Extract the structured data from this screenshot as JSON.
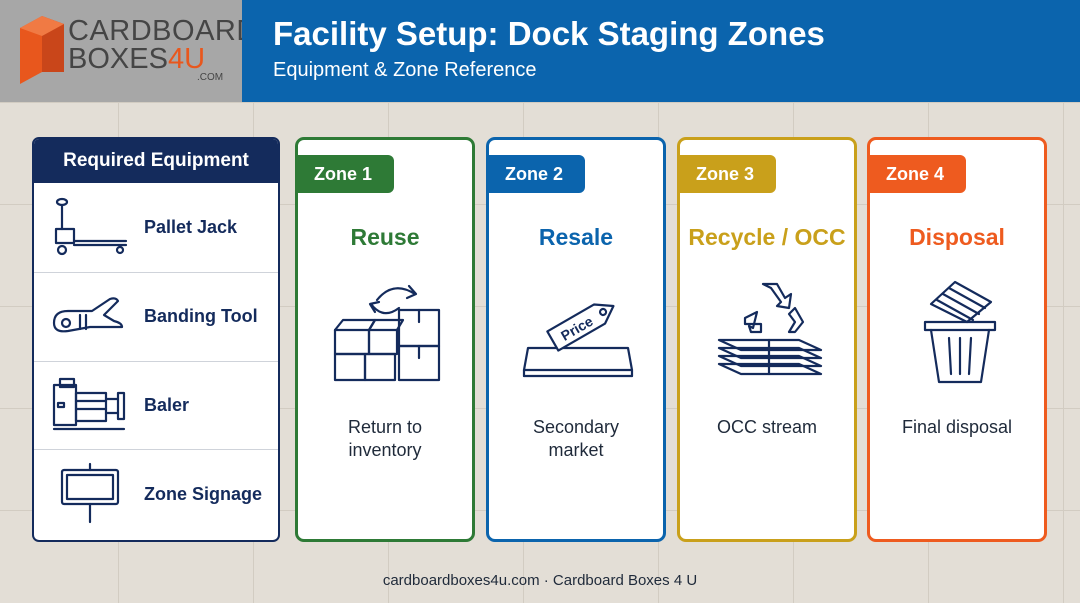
{
  "header": {
    "logo": {
      "line1": "CARDBOARD",
      "line2_main": "BOXES",
      "line2_accent": "4U",
      "suffix": ".COM"
    },
    "title": "Facility Setup: Dock Staging Zones",
    "subtitle": "Equipment & Zone Reference"
  },
  "equipment": {
    "heading": "Required Equipment",
    "items": [
      {
        "label": "Pallet Jack",
        "icon": "pallet-jack-icon"
      },
      {
        "label": "Banding Tool",
        "icon": "banding-tool-icon"
      },
      {
        "label": "Baler",
        "icon": "baler-icon"
      },
      {
        "label": "Zone Signage",
        "icon": "zone-signage-icon"
      }
    ]
  },
  "zones": [
    {
      "tab": "Zone 1",
      "name": "Reuse",
      "desc_line1": "Return to",
      "desc_line2": "inventory",
      "color": "#2e7a36",
      "icon": "reuse-boxes-icon"
    },
    {
      "tab": "Zone 2",
      "name": "Resale",
      "desc_line1": "Secondary",
      "desc_line2": "market",
      "color": "#0b64ad",
      "icon": "price-tag-icon",
      "icon_text": "Price"
    },
    {
      "tab": "Zone 3",
      "name": "Recycle / OCC",
      "desc_line1": "OCC stream",
      "desc_line2": "",
      "color": "#c9a01b",
      "icon": "recycle-icon"
    },
    {
      "tab": "Zone 4",
      "name": "Disposal",
      "desc_line1": "Final disposal",
      "desc_line2": "",
      "color": "#ee5b1f",
      "icon": "trash-bin-icon"
    }
  ],
  "footer": "cardboardboxes4u.com · Cardboard Boxes 4 U"
}
